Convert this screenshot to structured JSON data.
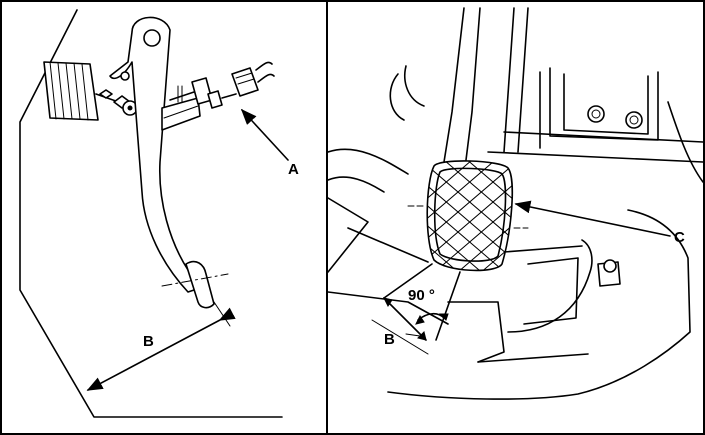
{
  "left_panel": {
    "callout_a": "A",
    "callout_b": "B"
  },
  "right_panel": {
    "angle_label": "90 °",
    "callout_b": "B",
    "callout_c": "C"
  }
}
